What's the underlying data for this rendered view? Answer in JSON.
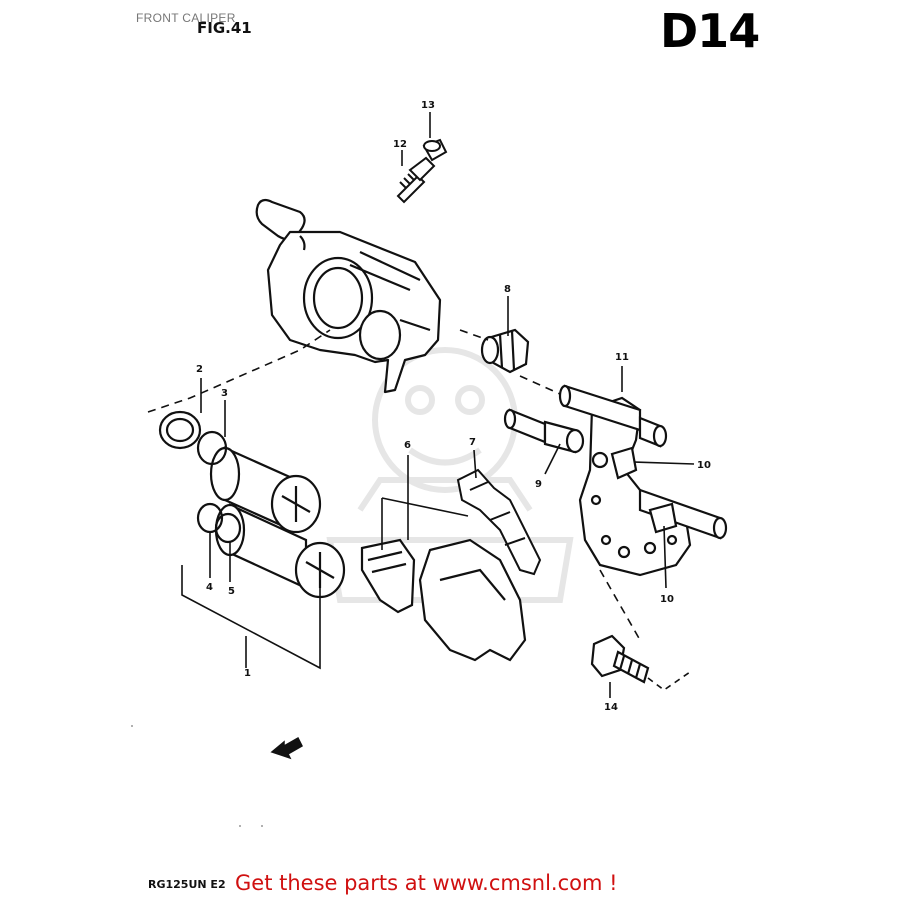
{
  "header": {
    "title": "FRONT CALIPER",
    "figure": "FIG.41",
    "page_code": "D14"
  },
  "footer": {
    "model_code": "RG125UN E2",
    "promo": "Get these parts at www.cmsnl.com !"
  },
  "callouts": [
    "1",
    "2",
    "3",
    "4",
    "5",
    "6",
    "7",
    "8",
    "9",
    "10",
    "10",
    "11",
    "12",
    "13",
    "14"
  ],
  "colors": {
    "ink": "#111111",
    "promo": "#d01010",
    "watermark": "#e6e6e6"
  }
}
